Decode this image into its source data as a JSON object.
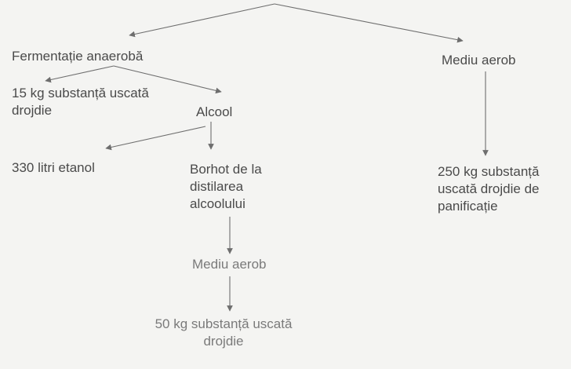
{
  "nodes": {
    "fermentatie": "Fermentație anaerobă",
    "mediu_aerob_right": "Mediu aerob",
    "drojdie_15": [
      "15 kg substanță uscată",
      "drojdie"
    ],
    "alcool": "Alcool",
    "etanol": "330 litri etanol",
    "borhot": [
      "Borhot de la",
      "distilarea",
      "alcoolului"
    ],
    "drojdie_250": [
      "250 kg substanță",
      "uscată drojdie de",
      "panificație"
    ],
    "mediu_aerob_bottom": "Mediu aerob",
    "drojdie_50": [
      "50 kg substanță uscată",
      "drojdie"
    ]
  },
  "colors": {
    "text": "#4a4a4a",
    "arrow": "#6e6e6e",
    "background": "#f4f4f2"
  }
}
